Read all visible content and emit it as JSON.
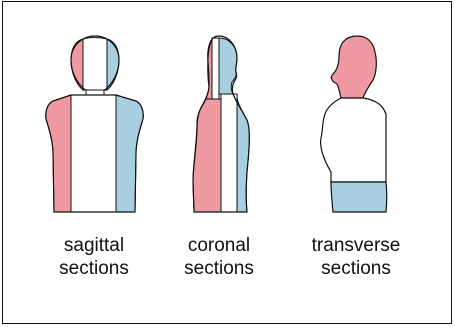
{
  "colors": {
    "pink": "#ef9aa3",
    "blue": "#a7cfe0",
    "white": "#ffffff",
    "stroke": "#111111"
  },
  "panels": [
    {
      "name": "sagittal",
      "label_line1": "sagittal",
      "label_line2": "sections"
    },
    {
      "name": "coronal",
      "label_line1": "coronal",
      "label_line2": "sections"
    },
    {
      "name": "transverse",
      "label_line1": "transverse",
      "label_line2": "sections"
    }
  ]
}
